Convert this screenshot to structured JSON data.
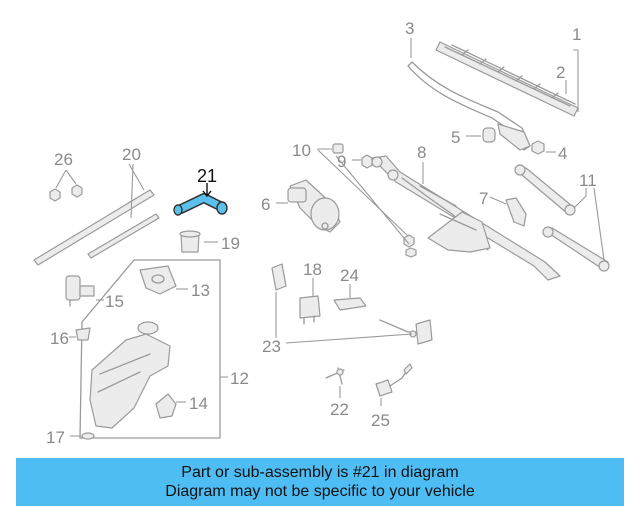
{
  "highlight_color": "#5bc0ec",
  "banner_color": "#4dbdf4",
  "labels": {
    "p1": "1",
    "p2": "2",
    "p3": "3",
    "p4": "4",
    "p5": "5",
    "p6": "6",
    "p7": "7",
    "p8": "8",
    "p9": "9",
    "p10": "10",
    "p11": "11",
    "p12": "12",
    "p13": "13",
    "p14": "14",
    "p15": "15",
    "p16": "16",
    "p17": "17",
    "p18": "18",
    "p19": "19",
    "p20": "20",
    "p21": "21",
    "p22": "22",
    "p23": "23",
    "p24": "24",
    "p25": "25",
    "p26": "26"
  },
  "banner": {
    "line1": "Part or sub-assembly is #21 in diagram",
    "line2": "Diagram may not be specific to your vehicle"
  }
}
